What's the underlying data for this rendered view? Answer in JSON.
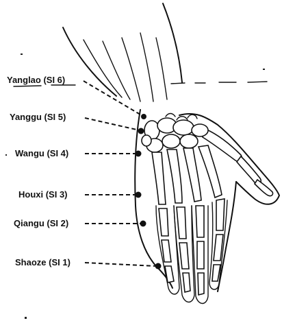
{
  "figure": {
    "labels": [
      {
        "id": "si6",
        "text": "Yanglao (SI 6)"
      },
      {
        "id": "si5",
        "text": "Yanggu (SI 5)"
      },
      {
        "id": "si4",
        "text": "Wangu (SI 4)"
      },
      {
        "id": "si3",
        "text": "Houxi (SI 3)"
      },
      {
        "id": "si2",
        "text": "Qiangu (SI 2)"
      },
      {
        "id": "si1",
        "text": "Shaoze (SI 1)"
      }
    ]
  },
  "colors": {
    "ink": "#111111",
    "paper": "#ffffff"
  }
}
